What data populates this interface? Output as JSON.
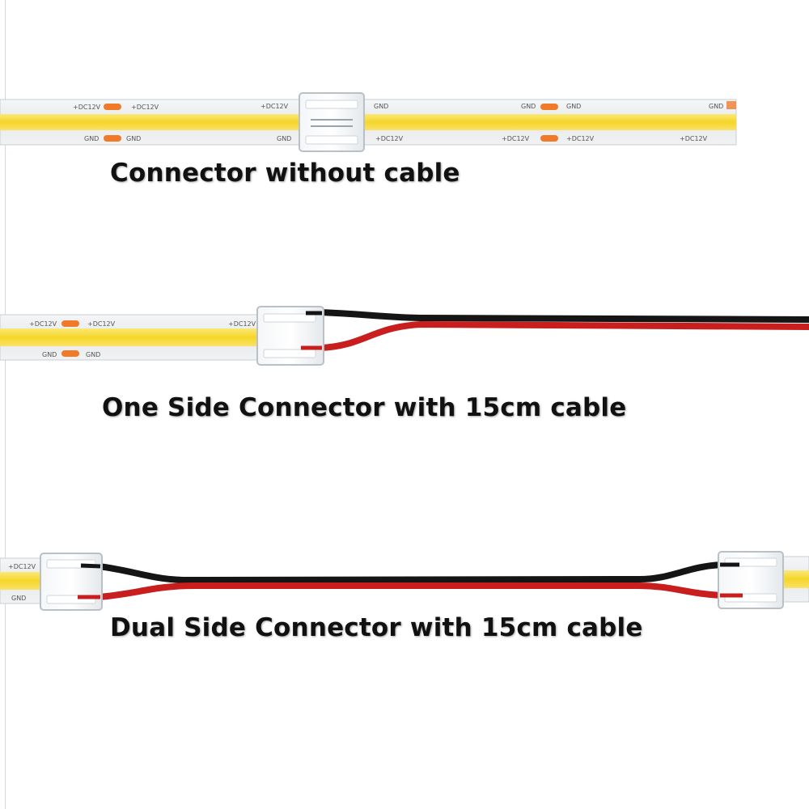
{
  "colors": {
    "background": "#ffffff",
    "strip_body": "#e9ecee",
    "strip_edge": "#c9ced2",
    "led_yellow": "#f7dc3c",
    "pad_orange": "#f07a2a",
    "wire_black": "#151515",
    "wire_red": "#c81e1e",
    "caption_text": "#111111"
  },
  "strip_markings": {
    "positive": "+DC12V",
    "ground": "GND"
  },
  "captions": {
    "connector_without_cable": "Connector without cable",
    "one_side_connector": "One Side Connector with 15cm cable",
    "dual_side_connector": "Dual Side Connector with 15cm cable"
  },
  "icons": {
    "connector": "clear-snap-connector-icon",
    "wire": "twin-wire-icon"
  }
}
